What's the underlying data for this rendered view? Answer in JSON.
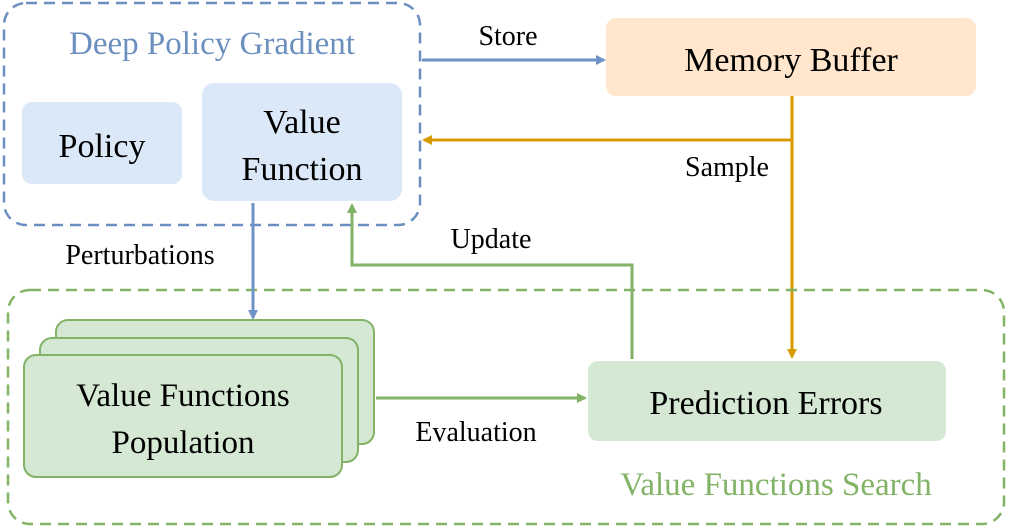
{
  "groups": {
    "deep_policy_gradient": {
      "title": "Deep Policy Gradient"
    },
    "value_functions_search": {
      "title": "Value Functions Search"
    }
  },
  "nodes": {
    "policy": {
      "label": "Policy"
    },
    "value_function": {
      "line1": "Value",
      "line2": "Function"
    },
    "memory_buffer": {
      "label": "Memory Buffer"
    },
    "population": {
      "line1": "Value Functions",
      "line2": "Population"
    },
    "prediction_errors": {
      "label": "Prediction Errors"
    }
  },
  "edges": {
    "store": "Store",
    "sample": "Sample",
    "perturbations": "Perturbations",
    "update": "Update",
    "evaluation": "Evaluation"
  },
  "colors": {
    "blue_dashed": "#6b8fbf",
    "blue_fill": "#dbe8f8",
    "blue_arrow": "#6f93c6",
    "green_dashed": "#82b366",
    "green_fill": "#d5e8d4",
    "green_stroke": "#82b366",
    "green_title": "#82b366",
    "orange_fill": "#ffe6cc",
    "orange_arrow": "#d79b00",
    "text": "#000000"
  }
}
